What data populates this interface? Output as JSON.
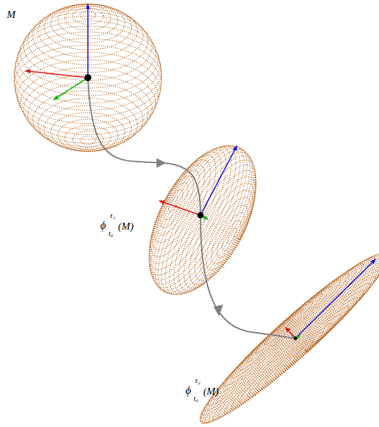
{
  "diagram": {
    "labels": [
      "M",
      "ϕ",
      "τ₁",
      "t₀",
      "(M)",
      "ϕ",
      "τ₂",
      "t₀",
      "(M)"
    ]
  }
}
